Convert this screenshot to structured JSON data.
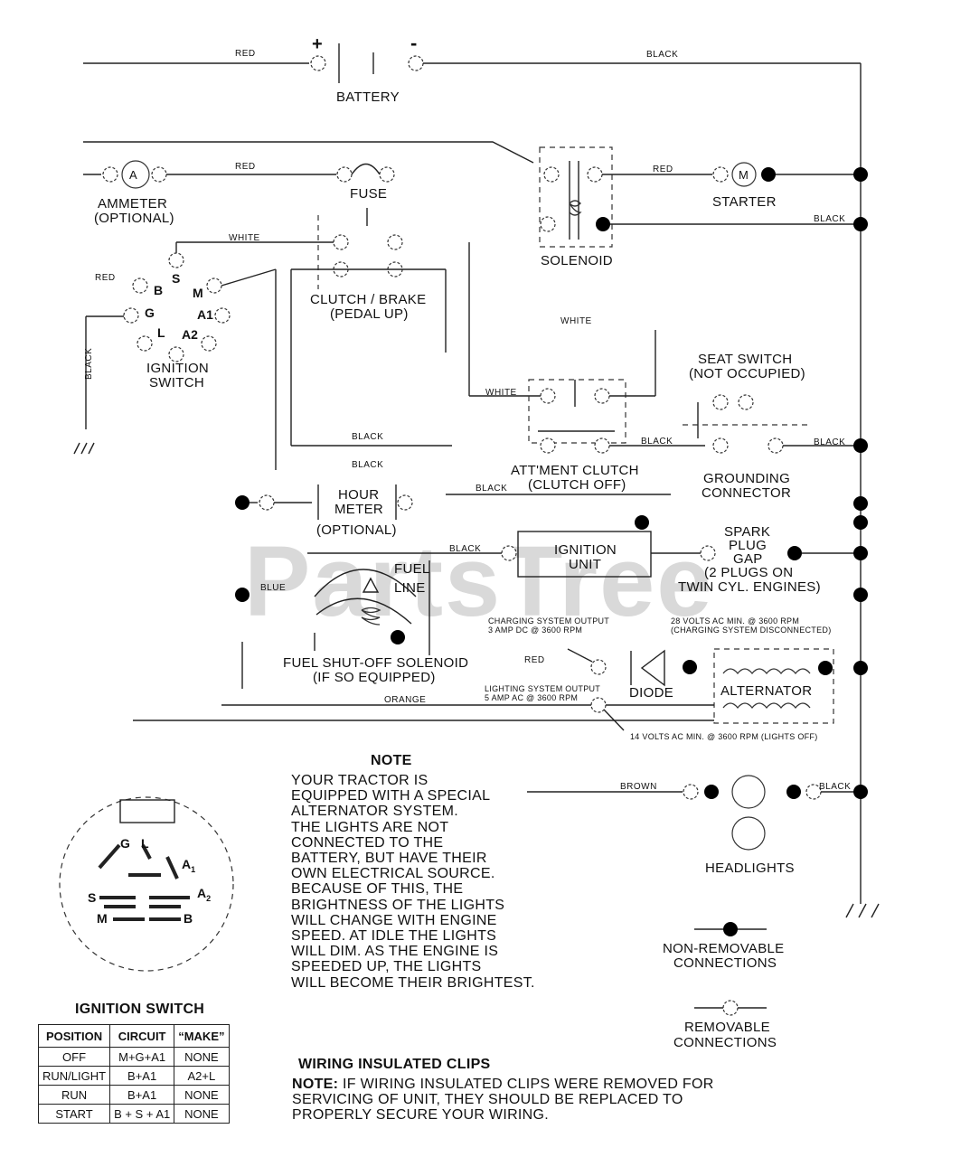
{
  "watermark": "PartsTree",
  "components": {
    "battery": "BATTERY",
    "battery_plus": "+",
    "battery_minus": "-",
    "ammeter": [
      "AMMETER",
      "(OPTIONAL)"
    ],
    "ammeter_symbol": "A",
    "fuse": "FUSE",
    "solenoid": "SOLENOID",
    "starter": "STARTER",
    "starter_symbol": "M",
    "clutch_brake": [
      "CLUTCH / BRAKE",
      "(PEDAL UP)"
    ],
    "ignition_switch": [
      "IGNITION",
      "SWITCH"
    ],
    "ignition_pins": {
      "b": "B",
      "s": "S",
      "m": "M",
      "g": "G",
      "a1": "A1",
      "l": "L",
      "a2": "A2"
    },
    "seat_switch": [
      "SEAT SWITCH",
      "(NOT OCCUPIED)"
    ],
    "attachment_clutch": [
      "ATT'MENT CLUTCH",
      "(CLUTCH OFF)"
    ],
    "grounding_connector": [
      "GROUNDING",
      "CONNECTOR"
    ],
    "hour_meter": [
      "HOUR",
      "METER",
      "(OPTIONAL)"
    ],
    "ignition_unit": [
      "IGNITION",
      "UNIT"
    ],
    "spark_plug": [
      "SPARK",
      "PLUG",
      "GAP",
      "(2 PLUGS ON",
      "TWIN CYL. ENGINES)"
    ],
    "fuel_line": [
      "FUEL",
      "LINE"
    ],
    "fuel_solenoid": [
      "FUEL SHUT-OFF SOLENOID",
      "(IF SO EQUIPPED)"
    ],
    "diode": "DIODE",
    "alternator": "ALTERNATOR",
    "headlights": "HEADLIGHTS"
  },
  "wires": {
    "red": "RED",
    "black": "BLACK",
    "white": "WHITE",
    "blue": "BLUE",
    "orange": "ORANGE",
    "brown": "BROWN",
    "red_alt": "RED"
  },
  "specs": {
    "charging_output": [
      "CHARGING SYSTEM OUTPUT",
      "3 AMP DC @ 3600 RPM"
    ],
    "volts_28": [
      "28 VOLTS AC MIN. @ 3600 RPM",
      "(CHARGING SYSTEM DISCONNECTED)"
    ],
    "lighting_output": [
      "LIGHTING SYSTEM OUTPUT",
      "5 AMP AC @ 3600 RPM"
    ],
    "volts_14": "14 VOLTS AC MIN. @ 3600 RPM (LIGHTS OFF)"
  },
  "note": {
    "title": "NOTE",
    "lines": [
      "YOUR TRACTOR IS",
      "EQUIPPED WITH A SPECIAL",
      "ALTERNATOR SYSTEM.",
      "THE LIGHTS ARE NOT",
      "CONNECTED TO THE",
      "BATTERY, BUT HAVE THEIR",
      "OWN ELECTRICAL SOURCE.",
      "BECAUSE OF THIS, THE",
      "BRIGHTNESS OF THE LIGHTS",
      "WILL CHANGE WITH ENGINE",
      "SPEED.  AT IDLE THE LIGHTS",
      "WILL DIM.  AS THE ENGINE IS",
      "SPEEDED UP, THE LIGHTS",
      "WILL BECOME THEIR BRIGHTEST."
    ]
  },
  "legend": {
    "non_removable": [
      "NON-REMOVABLE",
      "CONNECTIONS"
    ],
    "removable": [
      "REMOVABLE",
      "CONNECTIONS"
    ]
  },
  "insulated_clips": {
    "title": "WIRING INSULATED CLIPS",
    "note_label": "NOTE:",
    "note_lines": [
      " IF WIRING INSULATED CLIPS WERE REMOVED FOR",
      "SERVICING OF UNIT, THEY SHOULD BE REPLACED TO",
      "PROPERLY SECURE YOUR WIRING."
    ]
  },
  "ignition_diagram": {
    "title": "IGNITION SWITCH",
    "pins": {
      "g": "G",
      "l": "L",
      "a1": "A",
      "a1_sub": "1",
      "a2": "A",
      "a2_sub": "2",
      "s": "S",
      "m": "M",
      "b": "B"
    },
    "table": {
      "headers": [
        "POSITION",
        "CIRCUIT",
        "“MAKE”"
      ],
      "rows": [
        [
          "OFF",
          "M+G+A1",
          "NONE"
        ],
        [
          "RUN/LIGHT",
          "B+A1",
          "A2+L"
        ],
        [
          "RUN",
          "B+A1",
          "NONE"
        ],
        [
          "START",
          "B + S + A1",
          "NONE"
        ]
      ]
    }
  }
}
